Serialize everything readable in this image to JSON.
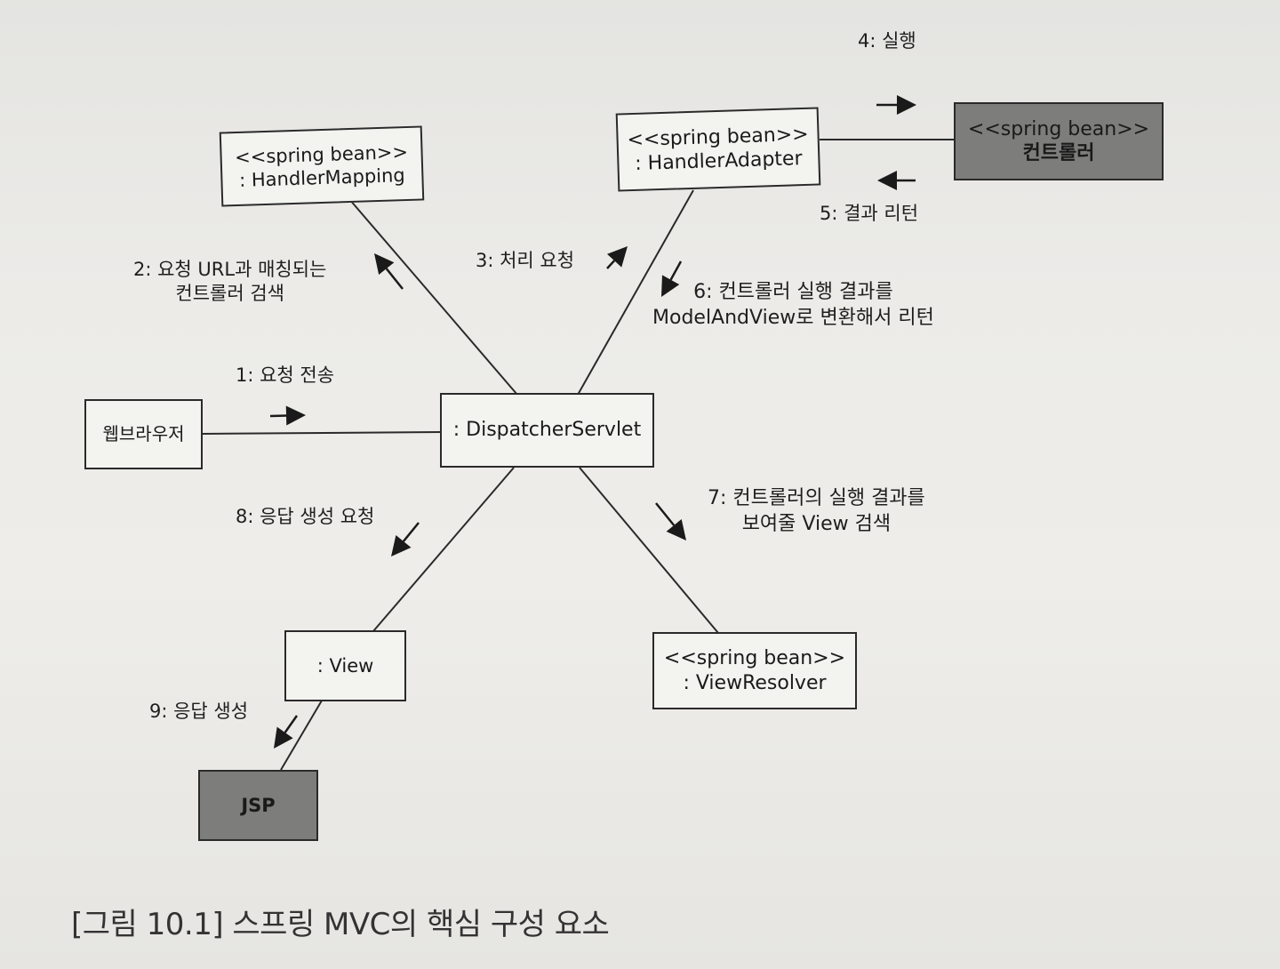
{
  "diagram": {
    "nodes": {
      "browser": {
        "lines": [
          "웹브라우저"
        ]
      },
      "dispatcher": {
        "lines": [
          ": DispatcherServlet"
        ]
      },
      "handler_mapping": {
        "lines": [
          "<<spring bean>>",
          ": HandlerMapping"
        ]
      },
      "handler_adapter": {
        "lines": [
          "<<spring bean>>",
          ": HandlerAdapter"
        ]
      },
      "controller": {
        "lines": [
          "<<spring bean>>",
          "컨트롤러"
        ]
      },
      "view": {
        "lines": [
          ": View"
        ]
      },
      "view_resolver": {
        "lines": [
          "<<spring bean>>",
          ": ViewResolver"
        ]
      },
      "jsp": {
        "lines": [
          "JSP"
        ]
      }
    },
    "steps": [
      {
        "id": "1",
        "lines": [
          "1: 요청 전송"
        ]
      },
      {
        "id": "2",
        "lines": [
          "2: 요청 URL과 매칭되는",
          "컨트롤러 검색"
        ]
      },
      {
        "id": "3",
        "lines": [
          "3: 처리 요청"
        ]
      },
      {
        "id": "4",
        "lines": [
          "4: 실행"
        ]
      },
      {
        "id": "5",
        "lines": [
          "5: 결과 리턴"
        ]
      },
      {
        "id": "6",
        "lines": [
          "6: 컨트롤러 실행 결과를",
          "ModelAndView로 변환해서 리턴"
        ]
      },
      {
        "id": "7",
        "lines": [
          "7: 컨트롤러의 실행 결과를",
          "보여줄 View 검색"
        ]
      },
      {
        "id": "8",
        "lines": [
          "8: 응답 생성 요청"
        ]
      },
      {
        "id": "9",
        "lines": [
          "9: 응답 생성"
        ]
      }
    ],
    "colors": {
      "box_fill": "#f3f3f0",
      "dark_box_fill": "#7d7d7b",
      "stroke": "#2a2a2a"
    }
  },
  "caption": "[그림 10.1] 스프링 MVC의 핵심 구성 요소"
}
